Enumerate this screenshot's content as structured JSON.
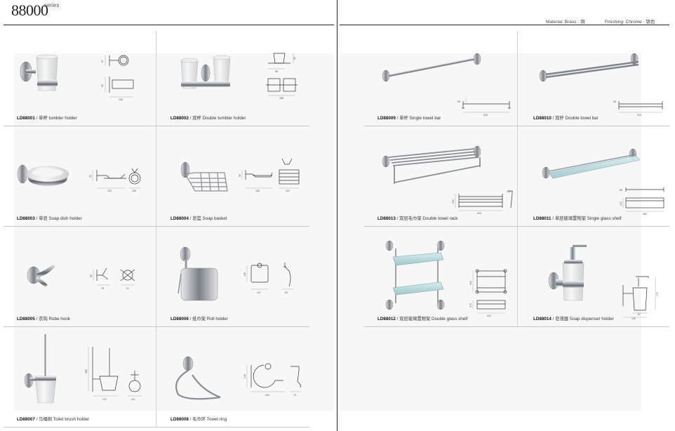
{
  "header": {
    "series_number": "88000",
    "series_word": "series",
    "material": "Material: Brass · 铜",
    "finishing": "Finishing: Chrome · 铬色"
  },
  "products": [
    {
      "code": "LD88001",
      "name": "单杯 tumbler holder",
      "dims": [
        "67",
        "85",
        "105"
      ]
    },
    {
      "code": "LD88002",
      "name": "双杯 Double tumbler holder",
      "dims": [
        "65",
        "85",
        "188"
      ]
    },
    {
      "code": "LD88003",
      "name": "单皂 Soap dish holder",
      "dims": [
        "50",
        "145",
        "108"
      ]
    },
    {
      "code": "LD88004",
      "name": "皂篮 Soap basket",
      "dims": [
        "50",
        "165",
        "115"
      ]
    },
    {
      "code": "LD88005",
      "name": "衣钩 Robe hook",
      "dims": [
        "65",
        "78",
        "91"
      ]
    },
    {
      "code": "LD88006",
      "name": "纸巾架 Roll holder",
      "dims": [
        "130",
        "147",
        "80"
      ]
    },
    {
      "code": "LD88007",
      "name": "马桶刷 Toilet brush holder",
      "dims": [
        "380",
        "137",
        "112"
      ]
    },
    {
      "code": "LD88008",
      "name": "毛巾环 Towel ring",
      "dims": [
        "145",
        "224",
        "70"
      ]
    },
    {
      "code": "LD88009",
      "name": "单杆 Single towel bar",
      "dims": [
        "65",
        "615"
      ]
    },
    {
      "code": "LD88010",
      "name": "双杆 Double towel bar",
      "dims": [
        "65",
        "610"
      ]
    },
    {
      "code": "LD88013",
      "name": "双层毛巾架 Double towel rack",
      "dims": [
        "230",
        "615",
        "110"
      ]
    },
    {
      "code": "LD88011",
      "name": "单层玻璃置物架 Single glass shelf",
      "dims": [
        "65",
        "115",
        "580"
      ]
    },
    {
      "code": "LD88012",
      "name": "双层玻璃置物架 Double glass shelf",
      "dims": [
        "420",
        "470",
        "412"
      ]
    },
    {
      "code": "LD88014",
      "name": "皂液器 Soap dispenser holder",
      "dims": [
        "175",
        "87",
        "120"
      ]
    }
  ]
}
